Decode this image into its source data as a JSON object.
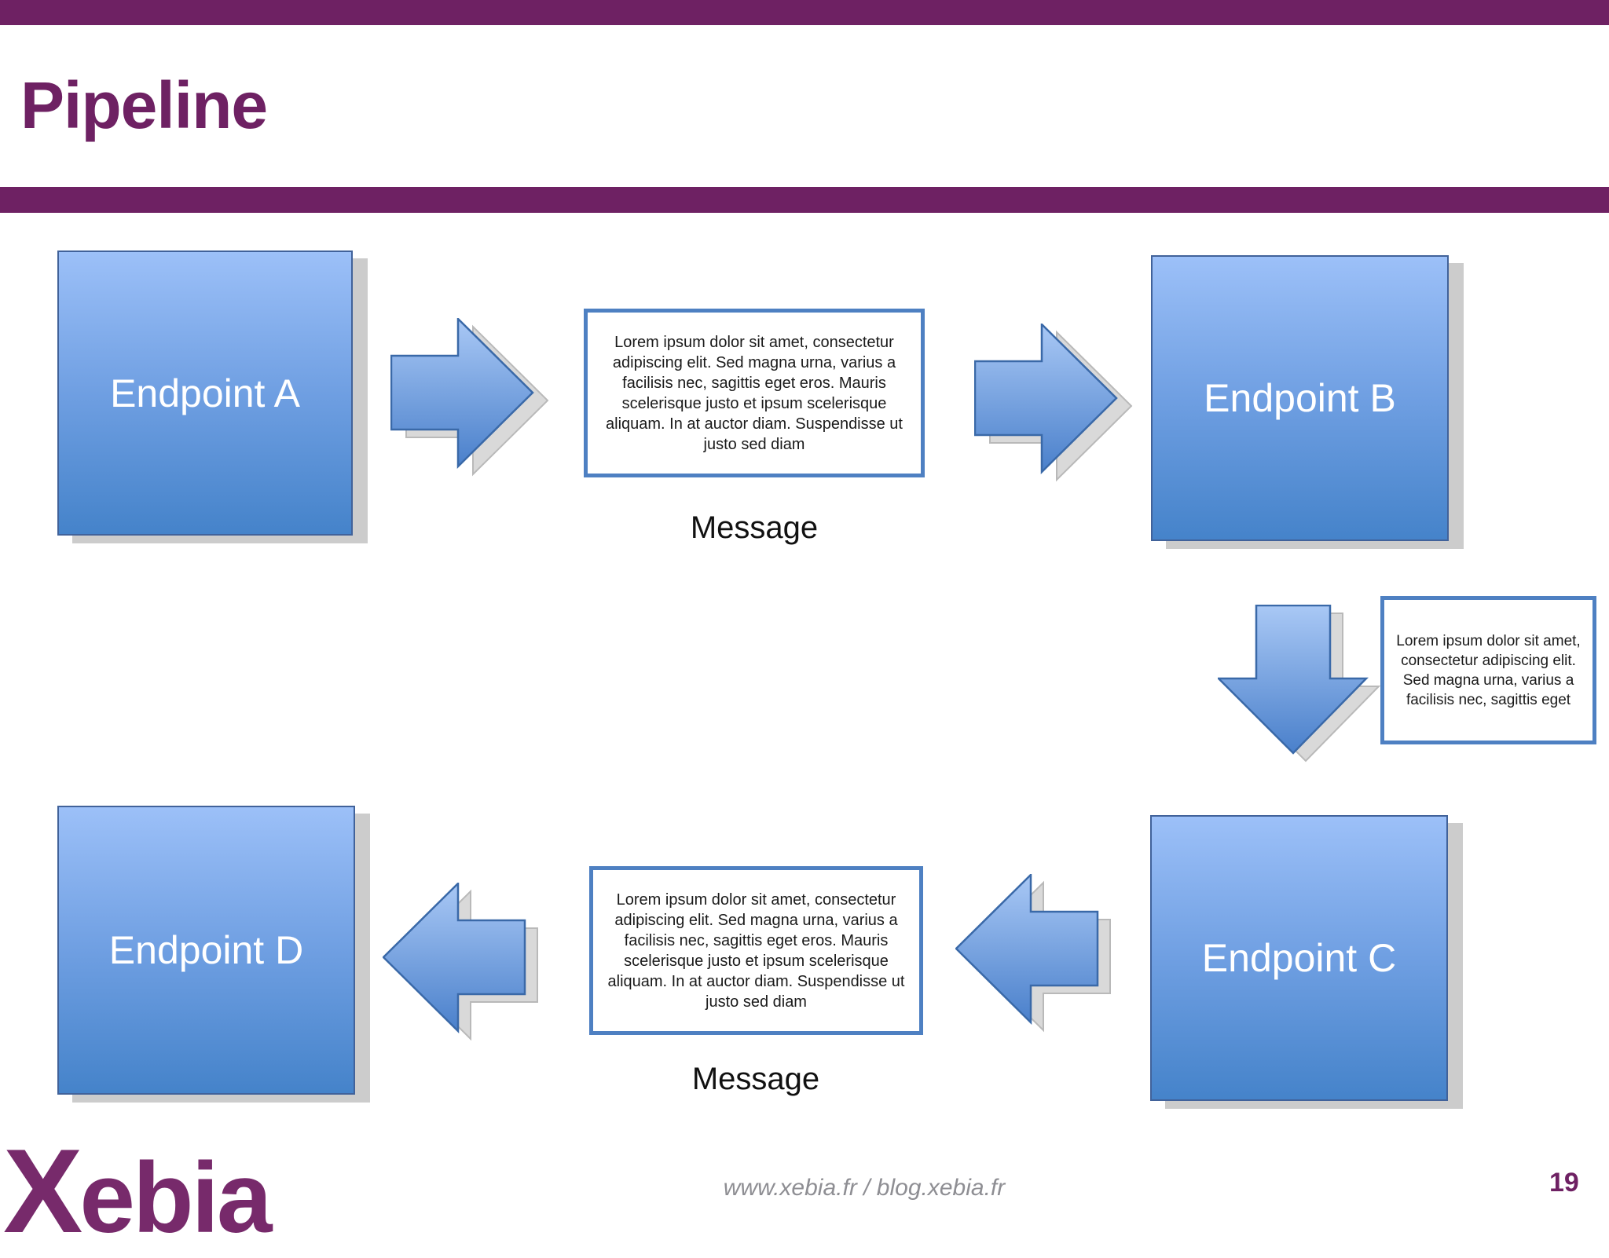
{
  "slide": {
    "title": "Pipeline",
    "page_number": "19",
    "footer_url": "www.xebia.fr / blog.xebia.fr",
    "logo_x": "X",
    "logo_rest": "ebia"
  },
  "colors": {
    "brand_purple": "#6E2163",
    "logo_purple": "#772A6B",
    "endpoint_gradient_top": "#9CC0F8",
    "endpoint_gradient_bottom": "#4583CA",
    "endpoint_border": "#41629A",
    "endpoint_text": "#FFFFFF",
    "arrow_gradient_top": "#A9C8F5",
    "arrow_gradient_bottom": "#4A80CB",
    "arrow_border": "#3A69A8",
    "message_box_border": "#4E80C2",
    "shadow_gray": "#CCCCCC",
    "footer_text_gray": "#8E8E93"
  },
  "diagram": {
    "endpoint_a": "Endpoint A",
    "endpoint_b": "Endpoint B",
    "endpoint_c": "Endpoint C",
    "endpoint_d": "Endpoint D",
    "message_label_top": "Message",
    "message_label_bottom": "Message",
    "message_top": "Lorem ipsum dolor sit amet, consectetur adipiscing elit. Sed magna urna, varius a facilisis nec, sagittis eget eros. Mauris scelerisque justo et ipsum scelerisque aliquam. In at auctor diam. Suspendisse ut justo sed diam",
    "message_bottom": "Lorem ipsum dolor sit amet, consectetur adipiscing elit. Sed magna urna, varius a facilisis nec, sagittis eget eros. Mauris scelerisque justo et ipsum scelerisque aliquam. In at auctor diam. Suspendisse ut justo sed diam",
    "message_side": "Lorem ipsum dolor sit amet, consectetur adipiscing elit. Sed magna urna, varius a facilisis nec, sagittis eget"
  }
}
